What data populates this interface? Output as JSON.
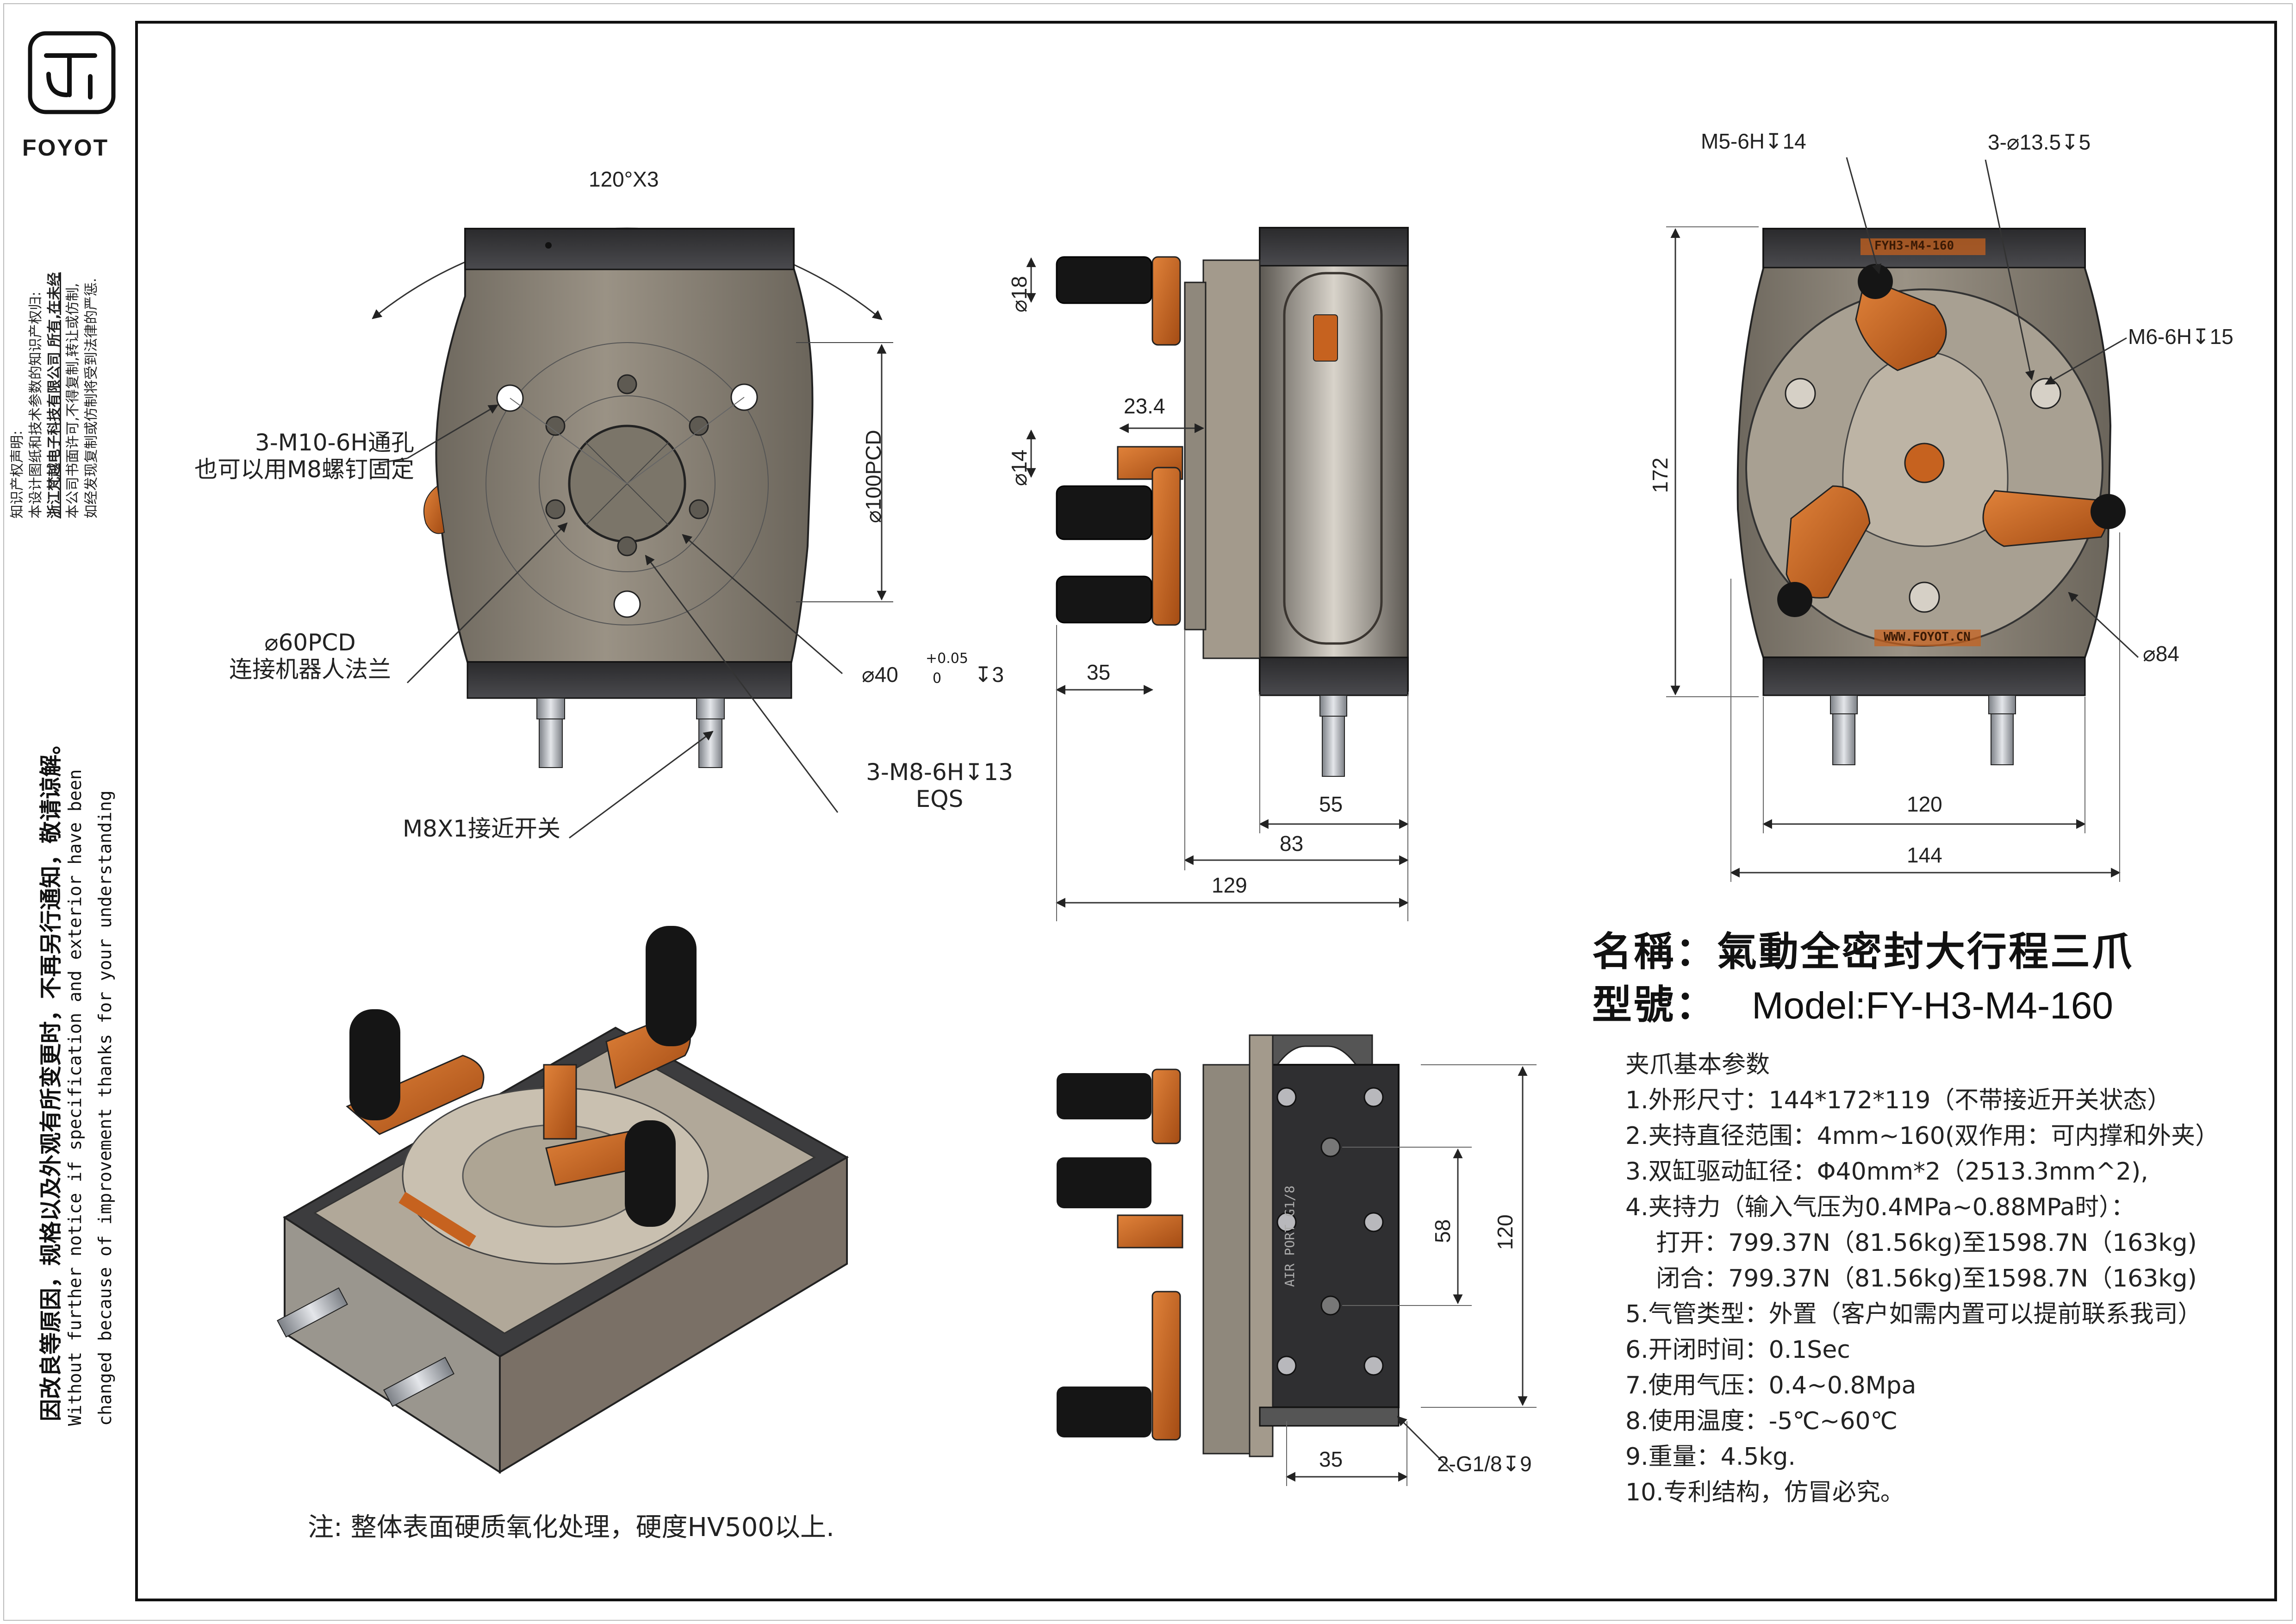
{
  "brand": {
    "name": "FOYOT",
    "logo_icon": "foyot-logo-icon"
  },
  "ip_notice": {
    "line1": "知识产权声明:",
    "line2": "本设计图纸和技术参数的知识产权归:",
    "line3": "浙江梵越电子科技有限公司 所有,在未经",
    "line4": "本公司书面许可,不得复制,转让或仿制,",
    "line5": "如经发现复制或仿制将受到法律的严惩."
  },
  "change_notice": {
    "cn": "因改良等原因，规格以及外观有所变更时，不再另行通知，敬请谅解。",
    "en1": "Without further  notice if specification and exterior have been",
    "en2": "changed because of improvement thanks for your understanding"
  },
  "front_view": {
    "angle": "120°X3",
    "thru_hole_1": "3-M10-6H通孔",
    "thru_hole_2": "也可以用M8螺钉固定",
    "pcd60_1": "⌀60PCD",
    "pcd60_2": "连接机器人法兰",
    "pcd100": "⌀100PCD",
    "bore_dia": "⌀40",
    "bore_tol_up": "+0.05",
    "bore_tol_low": "0",
    "bore_depth": "↧3",
    "m8_1": "3-M8-6H↧13",
    "m8_2": "EQS",
    "sensor": "M8X1接近开关"
  },
  "side_view": {
    "d18": "⌀18",
    "d14": "⌀14",
    "w23": "23.4",
    "w35": "35",
    "w55": "55",
    "w83": "83",
    "w129": "129"
  },
  "top_view": {
    "m5": "M5-6H↧14",
    "holes": "3-⌀13.5↧5",
    "m6": "M6-6H↧15",
    "h172": "172",
    "d84": "⌀84",
    "w120": "120",
    "w144": "144",
    "plate_text_top": "FYH3-M4-160",
    "plate_text_bottom": "WWW.FOYOT.CN"
  },
  "rear_view": {
    "h58": "58",
    "h120": "120",
    "w35": "35",
    "port": "2-G1/8↧9",
    "plate_text": "AIR PORT G1/8"
  },
  "note": "注:  整体表面硬质氧化处理，硬度HV500以上.",
  "product": {
    "name_label": "名稱：",
    "name_value": "氣動全密封大行程三爪",
    "model_label": "型號：",
    "model_value": "Model:FY-H3-M4-160"
  },
  "specs": {
    "heading": "夹爪基本参数",
    "items": [
      "1.外形尺寸：144*172*119（不带接近开关状态）",
      "2.夹持直径范围：4mm~160(双作用：可内撑和外夹）",
      "3.双缸驱动缸径：Φ40mm*2（2513.3mm^2),",
      "4.夹持力（输入气压为0.4MPa~0.88MPa时）：",
      "    打开：799.37N（81.56kg)至1598.7N（163kg)",
      "    闭合：799.37N（81.56kg)至1598.7N（163kg)",
      "5.气管类型：外置（客户如需内置可以提前联系我司）",
      "6.开闭时间：0.1Sec",
      "7.使用气压：0.4~0.8Mpa",
      "8.使用温度：-5℃~60℃",
      "9.重量：4.5kg.",
      "10.专利结构，仿冒必究。"
    ]
  },
  "colors": {
    "body_taupe": "#8a8275",
    "dark_gray": "#3a3a3c",
    "orange": "#c6621f",
    "black_sleeve": "#151515",
    "steel": "#b9bcc0"
  }
}
